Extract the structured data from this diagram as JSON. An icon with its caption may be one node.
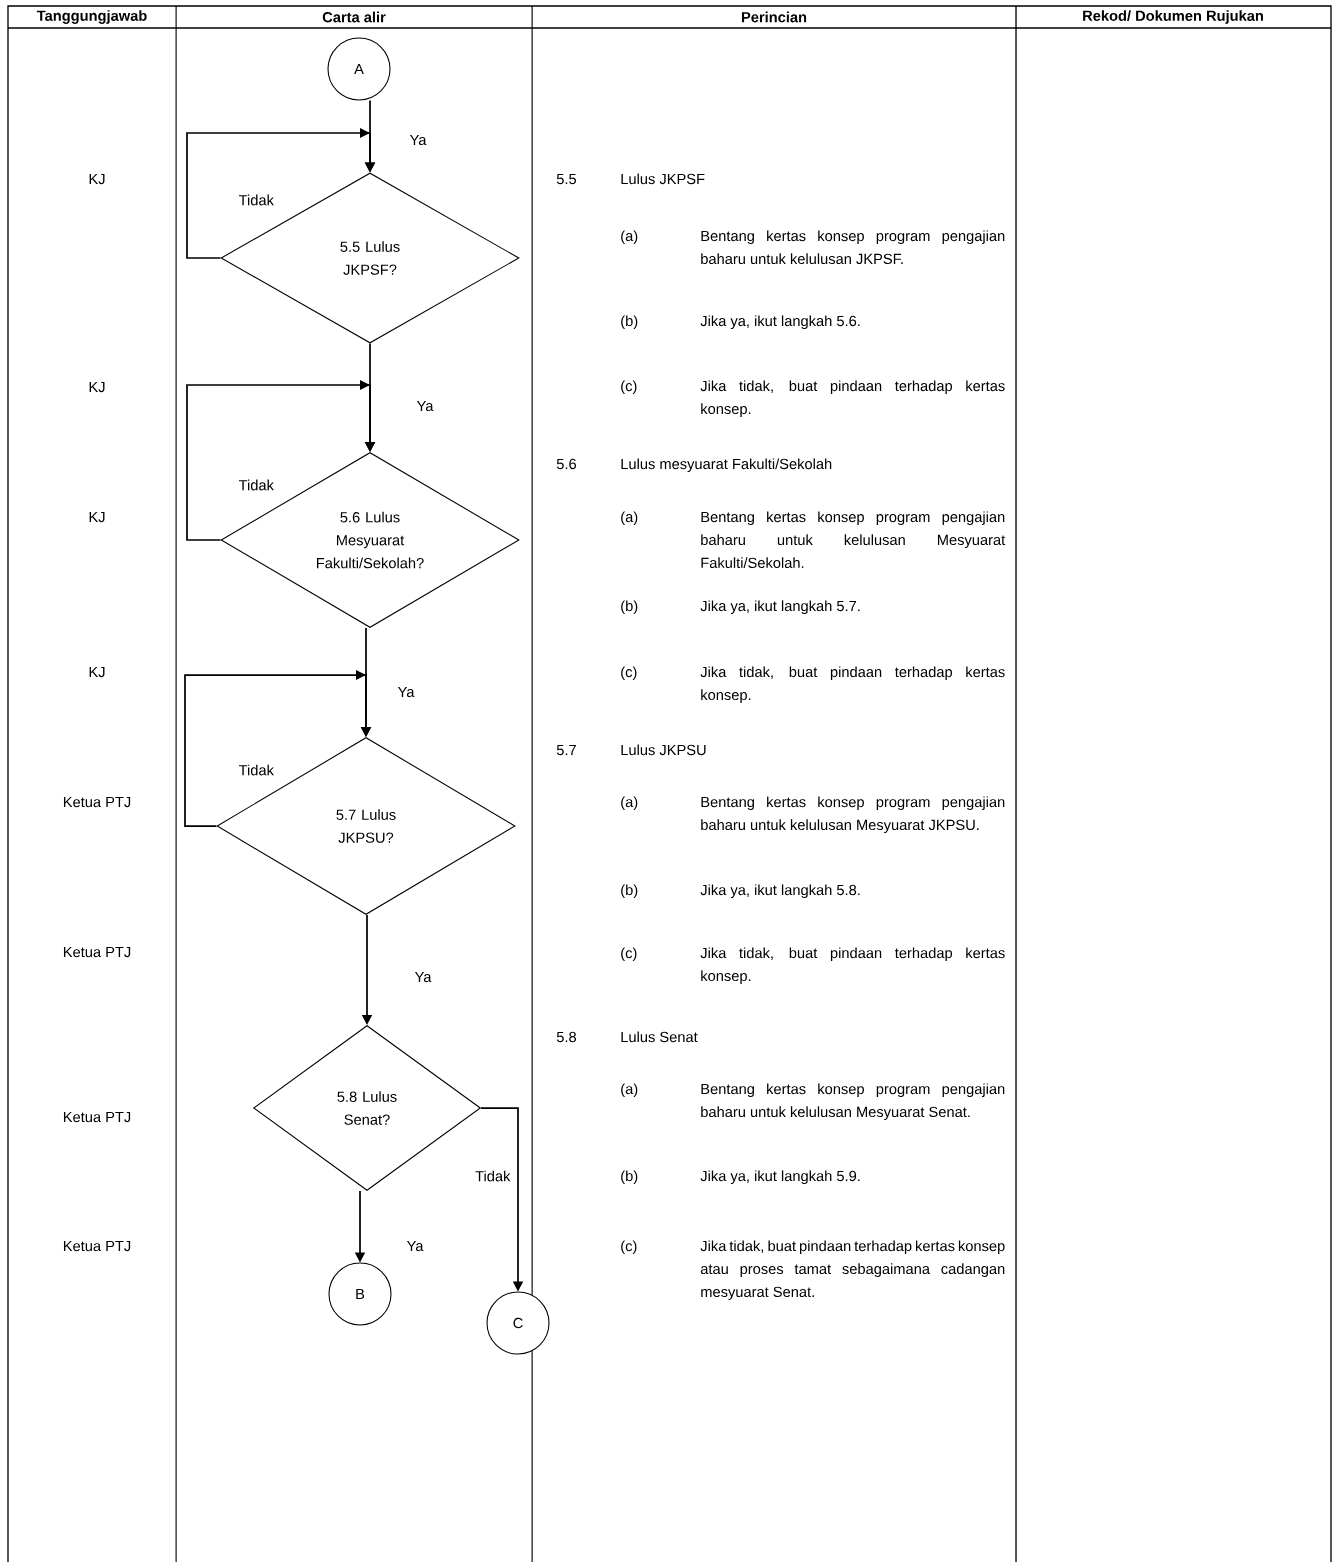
{
  "diagram": {
    "nodes": [
      {
        "text": [
          "A"
        ]
      },
      {
        "text": [
          "5.5 Lulus JKPSF?"
        ]
      },
      {
        "text": [
          "5.6 Lulus Mesyuarat Fakulti/Sekolah?"
        ]
      },
      {
        "text": [
          "5.7 Lulus JKPSU?"
        ]
      },
      {
        "text": [
          "5.8 Lulus Senat?"
        ]
      },
      {
        "text": [
          "B"
        ]
      },
      {
        "text": [
          "C"
        ]
      }
    ],
    "edges": [
      {
        "from": 0,
        "to": 1,
        "arrow": "to",
        "label": "Ya"
      },
      {
        "from": 1,
        "to": 1,
        "arrow": "to",
        "label": "Tidak"
      },
      {
        "from": 1,
        "to": 2,
        "arrow": "to",
        "label": "Ya"
      },
      {
        "from": 2,
        "to": 2,
        "arrow": "to",
        "label": "Tidak"
      },
      {
        "from": 2,
        "to": 3,
        "arrow": "to",
        "label": "Ya"
      },
      {
        "from": 3,
        "to": 3,
        "arrow": "to",
        "label": "Tidak"
      },
      {
        "from": 3,
        "to": 4,
        "arrow": "to",
        "label": "Ya"
      },
      {
        "from": 4,
        "to": 5,
        "arrow": "to",
        "label": "Ya"
      },
      {
        "from": 4,
        "to": 6,
        "arrow": "to",
        "label": "Tidak"
      }
    ],
    "labels": [
      "Tanggungjawab",
      "Carta alir",
      "Perincian",
      "Rekod/ Dokumen Rujukan",
      "KJ",
      "5.5",
      "Lulus JKPSF",
      "(a)",
      "Bentang kertas konsep program pengajian baharu untuk kelulusan JKPSF.",
      "(b)",
      "Jika ya, ikut langkah 5.6.",
      "KJ",
      "(c)",
      "Jika tidak, buat pindaan terhadap kertas konsep.",
      "5.6",
      "Lulus mesyuarat Fakulti/Sekolah",
      "KJ",
      "(a)",
      "Bentang kertas konsep program pengajian baharu untuk kelulusan Mesyuarat Fakulti/Sekolah.",
      "(b)",
      "Jika ya, ikut langkah 5.7.",
      "KJ",
      "(c)",
      "Jika tidak, buat pindaan terhadap kertas konsep.",
      "5.7",
      "Lulus JKPSU",
      "Ketua PTJ",
      "(a)",
      "Bentang kertas konsep program pengajian baharu untuk kelulusan Mesyuarat JKPSU.",
      "(b)",
      "Jika ya, ikut langkah 5.8.",
      "Ketua PTJ",
      "(c)",
      "Jika tidak, buat pindaan terhadap kertas konsep.",
      "5.8",
      "Lulus Senat",
      "Ketua PTJ",
      "(a)",
      "Bentang kertas konsep program pengajian baharu untuk kelulusan Mesyuarat Senat.",
      "(b)",
      "Jika ya, ikut langkah 5.9.",
      "Ketua PTJ",
      "(c)",
      "Jika tidak, buat pindaan terhadap kertas konsep atau proses tamat sebagaimana cadangan mesyuarat Senat."
    ]
  }
}
